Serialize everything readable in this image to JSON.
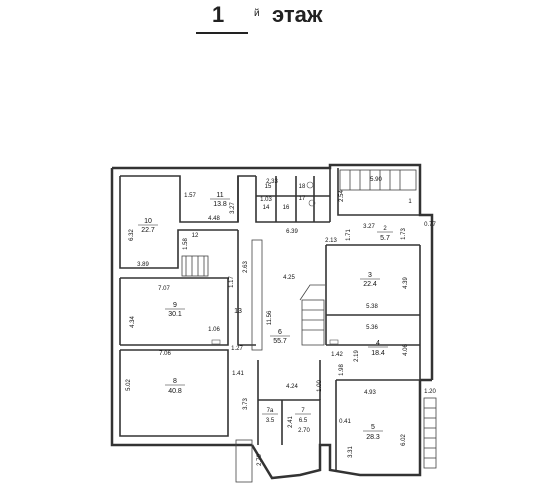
{
  "header": {
    "floor_number": "1",
    "floor_suffix": "й",
    "floor_word": "этаж"
  },
  "rooms": [
    {
      "id": "10",
      "area": "22.7"
    },
    {
      "id": "11",
      "area": "13.8"
    },
    {
      "id": "12",
      "area": ""
    },
    {
      "id": "9",
      "area": "30.1"
    },
    {
      "id": "8",
      "area": "40.8"
    },
    {
      "id": "13",
      "area": ""
    },
    {
      "id": "6",
      "area": "55.7"
    },
    {
      "id": "3",
      "area": "22.4"
    },
    {
      "id": "2",
      "area": "5.7"
    },
    {
      "id": "1",
      "area": ""
    },
    {
      "id": "4",
      "area": "18.4"
    },
    {
      "id": "5",
      "area": "28.3"
    },
    {
      "id": "7а",
      "area": "3.5"
    },
    {
      "id": "7",
      "area": "6.5"
    },
    {
      "id": "14",
      "area": ""
    },
    {
      "id": "15",
      "area": ""
    },
    {
      "id": "16",
      "area": ""
    },
    {
      "id": "17",
      "area": ""
    },
    {
      "id": "18",
      "area": ""
    }
  ],
  "dimensions": [
    "6.32",
    "3.89",
    "1.57",
    "4.48",
    "3.27",
    "1.58",
    "7.07",
    "4.34",
    "1.06",
    "7.06",
    "5.02",
    "1.27",
    "1.41",
    "3.73",
    "1.17",
    "2.63",
    "11.56",
    "6.39",
    "4.25",
    "2.33",
    "1.03",
    "2.54",
    "5.90",
    "3.27",
    "1.71",
    "2.13",
    "1.73",
    "0.77",
    "4.39",
    "5.38",
    "5.36",
    "4.06",
    "1.42",
    "1.98",
    "2.19",
    "4.24",
    "1.00",
    "2.41",
    "2.70",
    "2.70",
    "4.93",
    "1.20",
    "0.41",
    "3.31",
    "6.02"
  ]
}
